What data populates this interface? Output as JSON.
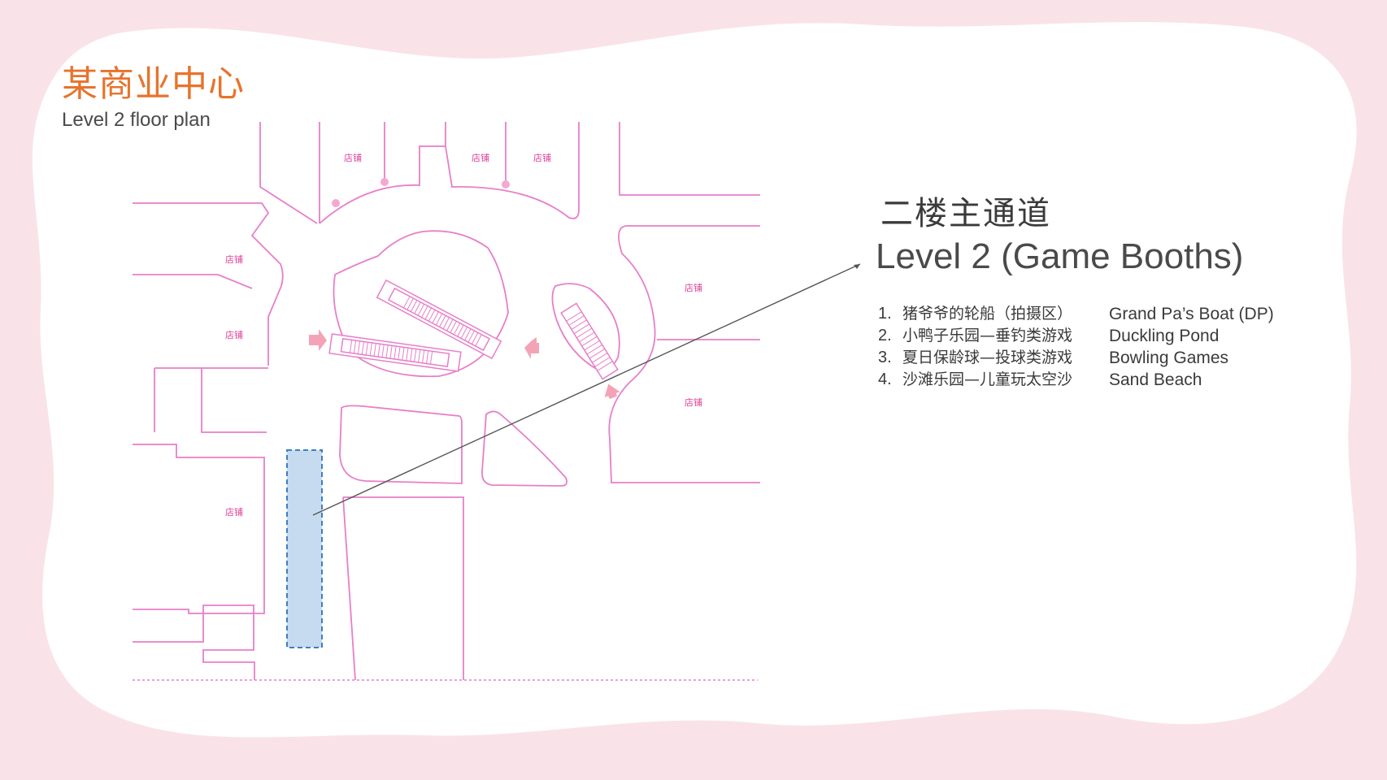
{
  "header": {
    "title_cn": "某商业中心",
    "title_en": "Level 2 floor plan"
  },
  "area": {
    "title_cn": "二楼主通道",
    "title_en": "Level 2 (Game Booths)"
  },
  "legend": [
    {
      "num": "1.",
      "cn": "猪爷爷的轮船（拍摄区）",
      "en": "Grand Pa’s Boat (DP)"
    },
    {
      "num": "2.",
      "cn": "小鸭子乐园—垂钓类游戏",
      "en": "Duckling Pond"
    },
    {
      "num": "3.",
      "cn": "夏日保龄球—投球类游戏",
      "en": "Bowling Games"
    },
    {
      "num": "4.",
      "cn": "沙滩乐园—儿童玩太空沙",
      "en": "Sand Beach"
    }
  ],
  "map": {
    "shop_label": "店铺",
    "colors": {
      "background": "#f9e3e8",
      "card": "#ffffff",
      "walls": "#e77fc9",
      "highlight_fill": "#c6dbf0",
      "highlight_stroke": "#3f7fbf",
      "arrows": "#f4a3b6",
      "title_accent": "#e8732c"
    }
  }
}
